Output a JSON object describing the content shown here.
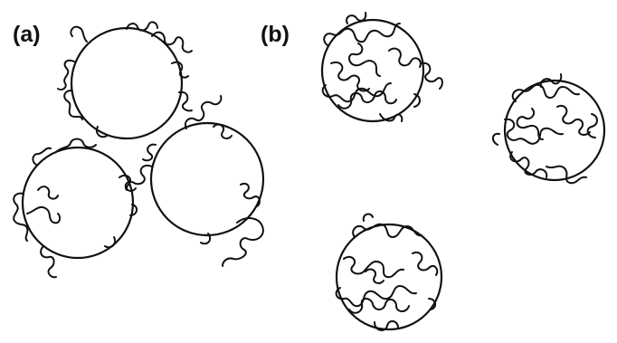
{
  "figure": {
    "panel_a_label": "(a)",
    "panel_b_label": "(b)",
    "panel_a_particle_count": 3,
    "panel_b_particle_count": 3,
    "ink_color": "#111111",
    "background_color": "#ffffff"
  }
}
